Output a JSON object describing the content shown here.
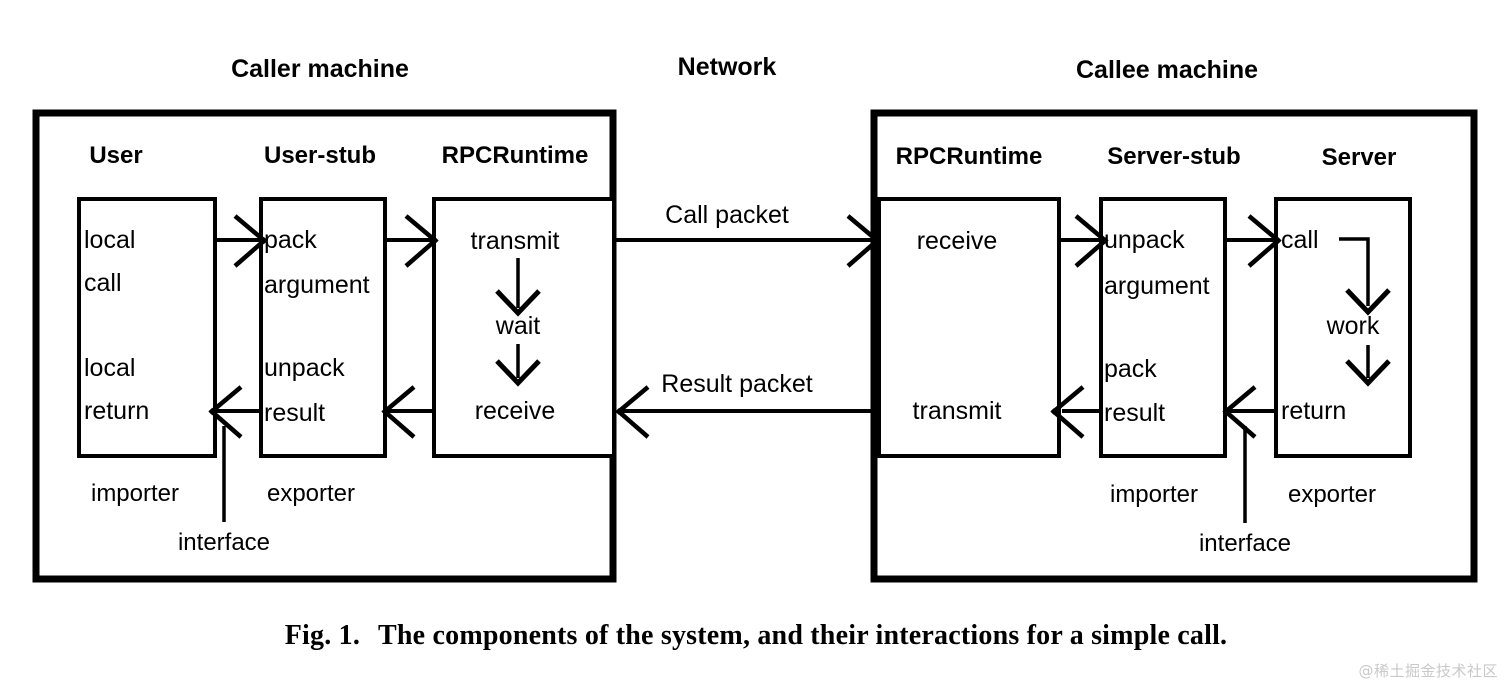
{
  "figure": {
    "caption_number": "Fig. 1.",
    "caption_text": "The components of the system, and their interactions for a simple call.",
    "watermark": "@稀土掘金技术社区",
    "ink_color": "#000000",
    "background_color": "#ffffff"
  },
  "top_labels": {
    "caller": "Caller machine",
    "network": "Network",
    "callee": "Callee machine"
  },
  "caller_machine": {
    "columns": [
      {
        "header": "User",
        "cells_top": [
          "local",
          "call"
        ],
        "cells_bottom": [
          "local",
          "return"
        ]
      },
      {
        "header": "User-stub",
        "cells_top": [
          "pack",
          "argument"
        ],
        "cells_bottom": [
          "unpack",
          "result"
        ]
      },
      {
        "header": "RPCRuntime",
        "cells_top": [
          "transmit"
        ],
        "cells_mid": [
          "wait"
        ],
        "cells_bottom": [
          "receive"
        ]
      }
    ],
    "roles": {
      "importer": "importer",
      "exporter": "exporter",
      "interface": "interface"
    }
  },
  "callee_machine": {
    "columns": [
      {
        "header": "RPCRuntime",
        "cells_top": [
          "receive"
        ],
        "cells_bottom": [
          "transmit"
        ]
      },
      {
        "header": "Server-stub",
        "cells_top": [
          "unpack",
          "argument"
        ],
        "cells_bottom": [
          "pack",
          "result"
        ]
      },
      {
        "header": "Server",
        "cells_top": [
          "call"
        ],
        "cells_mid": [
          "work"
        ],
        "cells_bottom": [
          "return"
        ]
      }
    ],
    "roles": {
      "importer": "importer",
      "exporter": "exporter",
      "interface": "interface"
    }
  },
  "network": {
    "call_packet": "Call packet",
    "result_packet": "Result packet"
  }
}
